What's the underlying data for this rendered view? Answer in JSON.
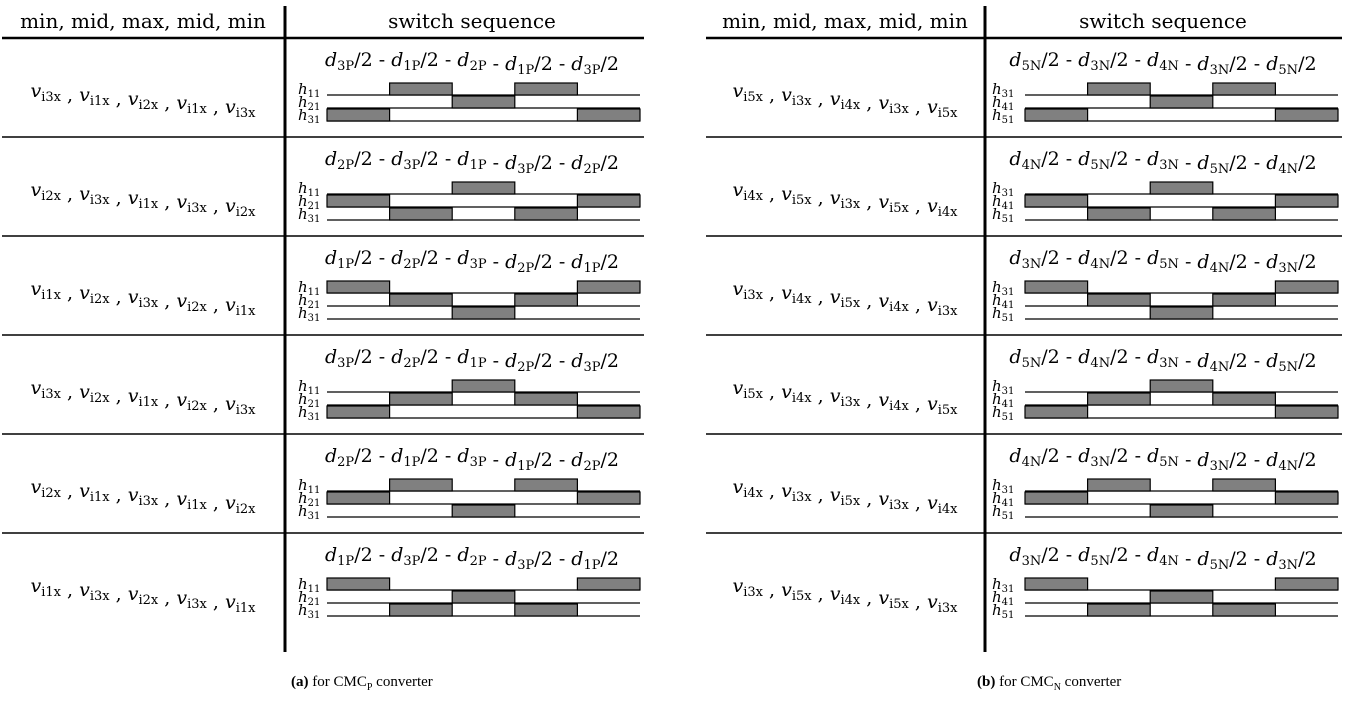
{
  "header": {
    "col1": "min, mid, max, mid, min",
    "col2": "switch sequence"
  },
  "panels": [
    {
      "id": "a",
      "caption_letter": "(a)",
      "caption_text": "for CMC",
      "caption_sub": "P",
      "caption_tail": " converter",
      "signals": [
        {
          "base": "h",
          "sub": "11"
        },
        {
          "base": "h",
          "sub": "21"
        },
        {
          "base": "h",
          "sub": "31"
        }
      ],
      "rows": [
        {
          "vseq": [
            {
              "v": "v",
              "s": "i3x"
            },
            {
              "v": "v",
              "s": "i1x"
            },
            {
              "v": "v",
              "s": "i2x"
            },
            {
              "v": "v",
              "s": "i1x"
            },
            {
              "v": "v",
              "s": "i3x"
            }
          ],
          "dseq": [
            {
              "d": "3P",
              "half": true
            },
            {
              "d": "1P",
              "half": true
            },
            {
              "d": "2P",
              "half": false
            },
            {
              "d": "1P",
              "half": true
            },
            {
              "d": "3P",
              "half": true
            }
          ],
          "segments": [
            [
              2,
              0
            ],
            [
              0,
              1
            ],
            [
              1,
              2
            ],
            [
              0,
              3
            ],
            [
              2,
              4
            ]
          ]
        },
        {
          "vseq": [
            {
              "v": "v",
              "s": "i2x"
            },
            {
              "v": "v",
              "s": "i3x"
            },
            {
              "v": "v",
              "s": "i1x"
            },
            {
              "v": "v",
              "s": "i3x"
            },
            {
              "v": "v",
              "s": "i2x"
            }
          ],
          "dseq": [
            {
              "d": "2P",
              "half": true
            },
            {
              "d": "3P",
              "half": true
            },
            {
              "d": "1P",
              "half": false
            },
            {
              "d": "3P",
              "half": true
            },
            {
              "d": "2P",
              "half": true
            }
          ],
          "segments": [
            [
              1,
              0
            ],
            [
              2,
              1
            ],
            [
              0,
              2
            ],
            [
              2,
              3
            ],
            [
              1,
              4
            ]
          ]
        },
        {
          "vseq": [
            {
              "v": "v",
              "s": "i1x"
            },
            {
              "v": "v",
              "s": "i2x"
            },
            {
              "v": "v",
              "s": "i3x"
            },
            {
              "v": "v",
              "s": "i2x"
            },
            {
              "v": "v",
              "s": "i1x"
            }
          ],
          "dseq": [
            {
              "d": "1P",
              "half": true
            },
            {
              "d": "2P",
              "half": true
            },
            {
              "d": "3P",
              "half": false
            },
            {
              "d": "2P",
              "half": true
            },
            {
              "d": "1P",
              "half": true
            }
          ],
          "segments": [
            [
              0,
              0
            ],
            [
              1,
              1
            ],
            [
              2,
              2
            ],
            [
              1,
              3
            ],
            [
              0,
              4
            ]
          ]
        },
        {
          "vseq": [
            {
              "v": "v",
              "s": "i3x"
            },
            {
              "v": "v",
              "s": "i2x"
            },
            {
              "v": "v",
              "s": "i1x"
            },
            {
              "v": "v",
              "s": "i2x"
            },
            {
              "v": "v",
              "s": "i3x"
            }
          ],
          "dseq": [
            {
              "d": "3P",
              "half": true
            },
            {
              "d": "2P",
              "half": true
            },
            {
              "d": "1P",
              "half": false
            },
            {
              "d": "2P",
              "half": true
            },
            {
              "d": "3P",
              "half": true
            }
          ],
          "segments": [
            [
              2,
              0
            ],
            [
              1,
              1
            ],
            [
              0,
              2
            ],
            [
              1,
              3
            ],
            [
              2,
              4
            ]
          ]
        },
        {
          "vseq": [
            {
              "v": "v",
              "s": "i2x"
            },
            {
              "v": "v",
              "s": "i1x"
            },
            {
              "v": "v",
              "s": "i3x"
            },
            {
              "v": "v",
              "s": "i1x"
            },
            {
              "v": "v",
              "s": "i2x"
            }
          ],
          "dseq": [
            {
              "d": "2P",
              "half": true
            },
            {
              "d": "1P",
              "half": true
            },
            {
              "d": "3P",
              "half": false
            },
            {
              "d": "1P",
              "half": true
            },
            {
              "d": "2P",
              "half": true
            }
          ],
          "segments": [
            [
              1,
              0
            ],
            [
              0,
              1
            ],
            [
              2,
              2
            ],
            [
              0,
              3
            ],
            [
              1,
              4
            ]
          ]
        },
        {
          "vseq": [
            {
              "v": "v",
              "s": "i1x"
            },
            {
              "v": "v",
              "s": "i3x"
            },
            {
              "v": "v",
              "s": "i2x"
            },
            {
              "v": "v",
              "s": "i3x"
            },
            {
              "v": "v",
              "s": "i1x"
            }
          ],
          "dseq": [
            {
              "d": "1P",
              "half": true
            },
            {
              "d": "3P",
              "half": true
            },
            {
              "d": "2P",
              "half": false
            },
            {
              "d": "3P",
              "half": true
            },
            {
              "d": "1P",
              "half": true
            }
          ],
          "segments": [
            [
              0,
              0
            ],
            [
              2,
              1
            ],
            [
              1,
              2
            ],
            [
              2,
              3
            ],
            [
              0,
              4
            ]
          ]
        }
      ]
    },
    {
      "id": "b",
      "caption_letter": "(b)",
      "caption_text": "for CMC",
      "caption_sub": "N",
      "caption_tail": " converter",
      "signals": [
        {
          "base": "h",
          "sub": "31"
        },
        {
          "base": "h",
          "sub": "41"
        },
        {
          "base": "h",
          "sub": "51"
        }
      ],
      "rows": [
        {
          "vseq": [
            {
              "v": "v",
              "s": "i5x"
            },
            {
              "v": "v",
              "s": "i3x"
            },
            {
              "v": "v",
              "s": "i4x"
            },
            {
              "v": "v",
              "s": "i3x"
            },
            {
              "v": "v",
              "s": "i5x"
            }
          ],
          "dseq": [
            {
              "d": "5N",
              "half": true
            },
            {
              "d": "3N",
              "half": true
            },
            {
              "d": "4N",
              "half": false
            },
            {
              "d": "3N",
              "half": true
            },
            {
              "d": "5N",
              "half": true
            }
          ],
          "segments": [
            [
              2,
              0
            ],
            [
              0,
              1
            ],
            [
              1,
              2
            ],
            [
              0,
              3
            ],
            [
              2,
              4
            ]
          ]
        },
        {
          "vseq": [
            {
              "v": "v",
              "s": "i4x"
            },
            {
              "v": "v",
              "s": "i5x"
            },
            {
              "v": "v",
              "s": "i3x"
            },
            {
              "v": "v",
              "s": "i5x"
            },
            {
              "v": "v",
              "s": "i4x"
            }
          ],
          "dseq": [
            {
              "d": "4N",
              "half": true
            },
            {
              "d": "5N",
              "half": true
            },
            {
              "d": "3N",
              "half": false
            },
            {
              "d": "5N",
              "half": true
            },
            {
              "d": "4N",
              "half": true
            }
          ],
          "segments": [
            [
              1,
              0
            ],
            [
              2,
              1
            ],
            [
              0,
              2
            ],
            [
              2,
              3
            ],
            [
              1,
              4
            ]
          ]
        },
        {
          "vseq": [
            {
              "v": "v",
              "s": "i3x"
            },
            {
              "v": "v",
              "s": "i4x"
            },
            {
              "v": "v",
              "s": "i5x"
            },
            {
              "v": "v",
              "s": "i4x"
            },
            {
              "v": "v",
              "s": "i3x"
            }
          ],
          "dseq": [
            {
              "d": "3N",
              "half": true
            },
            {
              "d": "4N",
              "half": true
            },
            {
              "d": "5N",
              "half": false
            },
            {
              "d": "4N",
              "half": true
            },
            {
              "d": "3N",
              "half": true
            }
          ],
          "segments": [
            [
              0,
              0
            ],
            [
              1,
              1
            ],
            [
              2,
              2
            ],
            [
              1,
              3
            ],
            [
              0,
              4
            ]
          ]
        },
        {
          "vseq": [
            {
              "v": "v",
              "s": "i5x"
            },
            {
              "v": "v",
              "s": "i4x"
            },
            {
              "v": "v",
              "s": "i3x"
            },
            {
              "v": "v",
              "s": "i4x"
            },
            {
              "v": "v",
              "s": "i5x"
            }
          ],
          "dseq": [
            {
              "d": "5N",
              "half": true
            },
            {
              "d": "4N",
              "half": true
            },
            {
              "d": "3N",
              "half": false
            },
            {
              "d": "4N",
              "half": true
            },
            {
              "d": "5N",
              "half": true
            }
          ],
          "segments": [
            [
              2,
              0
            ],
            [
              1,
              1
            ],
            [
              0,
              2
            ],
            [
              1,
              3
            ],
            [
              2,
              4
            ]
          ]
        },
        {
          "vseq": [
            {
              "v": "v",
              "s": "i4x"
            },
            {
              "v": "v",
              "s": "i3x"
            },
            {
              "v": "v",
              "s": "i5x"
            },
            {
              "v": "v",
              "s": "i3x"
            },
            {
              "v": "v",
              "s": "i4x"
            }
          ],
          "dseq": [
            {
              "d": "4N",
              "half": true
            },
            {
              "d": "3N",
              "half": true
            },
            {
              "d": "5N",
              "half": false
            },
            {
              "d": "3N",
              "half": true
            },
            {
              "d": "4N",
              "half": true
            }
          ],
          "segments": [
            [
              1,
              0
            ],
            [
              0,
              1
            ],
            [
              2,
              2
            ],
            [
              0,
              3
            ],
            [
              1,
              4
            ]
          ]
        },
        {
          "vseq": [
            {
              "v": "v",
              "s": "i3x"
            },
            {
              "v": "v",
              "s": "i5x"
            },
            {
              "v": "v",
              "s": "i4x"
            },
            {
              "v": "v",
              "s": "i5x"
            },
            {
              "v": "v",
              "s": "i3x"
            }
          ],
          "dseq": [
            {
              "d": "3N",
              "half": true
            },
            {
              "d": "5N",
              "half": true
            },
            {
              "d": "4N",
              "half": false
            },
            {
              "d": "5N",
              "half": true
            },
            {
              "d": "3N",
              "half": true
            }
          ],
          "segments": [
            [
              0,
              0
            ],
            [
              2,
              1
            ],
            [
              1,
              2
            ],
            [
              2,
              3
            ],
            [
              0,
              4
            ]
          ]
        }
      ]
    }
  ],
  "colors": {
    "pulse_fill": "#808080",
    "line": "#000000"
  }
}
